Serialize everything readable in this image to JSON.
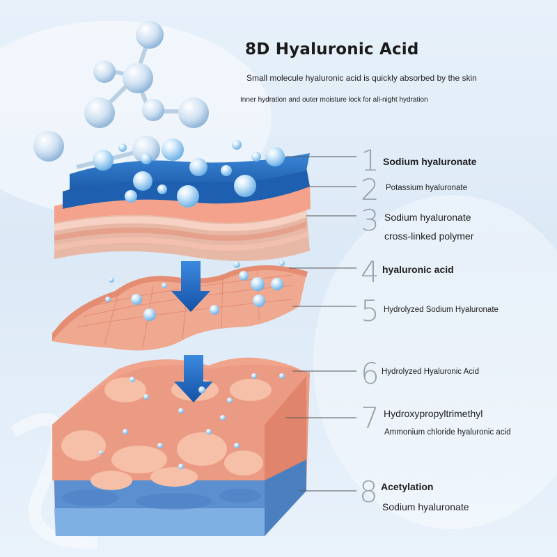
{
  "header": {
    "title": "8D Hyaluronic Acid",
    "subtitle": "Small molecule hyaluronic acid is quickly absorbed by the skin",
    "subtitle2": "Inner hydration and outer moisture lock for all-night hydration"
  },
  "callouts": [
    {
      "number": "1",
      "line1": "Sodium hyaluronate",
      "line2": ""
    },
    {
      "number": "2",
      "line1": "Potassium hyaluronate",
      "line2": ""
    },
    {
      "number": "3",
      "line1": "Sodium hyaluronate",
      "line2": "cross-linked polymer"
    },
    {
      "number": "4",
      "line1": "hyaluronic acid",
      "line2": ""
    },
    {
      "number": "5",
      "line1": "Hydrolyzed Sodium Hyaluronate",
      "line2": ""
    },
    {
      "number": "6",
      "line1": "Hydrolyzed Hyaluronic Acid",
      "line2": ""
    },
    {
      "number": "7",
      "line1": "Hydroxypropyltrimethyl",
      "line2": "Ammonium chloride hyaluronic acid"
    },
    {
      "number": "8",
      "line1": "Acetylation",
      "line2": "Sodium hyaluronate"
    }
  ],
  "colors": {
    "accent_blue": "#1f63b8",
    "skin_pink": "#f0a58f",
    "deep_layer_blue": "#5a8fd0",
    "number_gray": "#9aa4ae"
  }
}
